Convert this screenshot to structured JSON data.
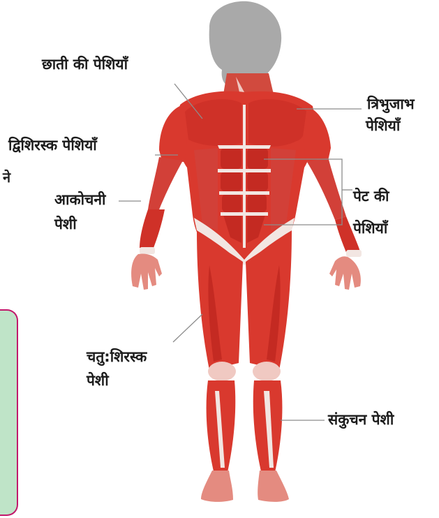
{
  "side_fragment": "ने",
  "labels": {
    "chest": "छाती की पेशियाँ",
    "deltoid_line1": "त्रिभुजाभ",
    "deltoid_line2": "पेशियाँ",
    "biceps": "द्विशिरस्क पेशियाँ",
    "flexor_line1": "आकोचनी",
    "flexor_line2": "पेशी",
    "abdominal_line1": "पेट की",
    "abdominal_line2": "पेशियाँ",
    "quadriceps_line1": "चतु:शिरस्क",
    "quadriceps_line2": "पेशी",
    "contracting": "संकुचन पेशी"
  },
  "colors": {
    "head": "#a9a9a9",
    "muscle": "#d9392e",
    "muscle_dark": "#b8251d",
    "tendon": "#f2e6e2",
    "leader": "#8c8c8c",
    "side_box_fill": "#bfe4c8",
    "side_box_border": "#c2186b"
  }
}
